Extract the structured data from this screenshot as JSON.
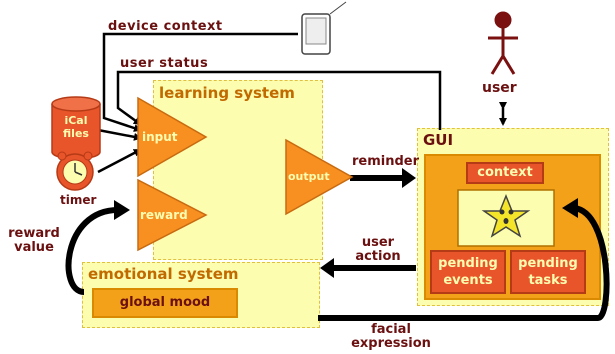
{
  "labels": {
    "device_context": "device context",
    "user_status": "user status",
    "user": "user",
    "timer": "timer",
    "reminder": "reminder",
    "reward_value_1": "reward",
    "reward_value_2": "value",
    "user_action_1": "user",
    "user_action_2": "action",
    "facial_1": "facial",
    "facial_2": "expression"
  },
  "ical": {
    "line1": "iCal",
    "line2": "files"
  },
  "learning_system": {
    "title": "learning system",
    "input": "input",
    "output": "output",
    "reward": "reward"
  },
  "gui": {
    "title": "GUI",
    "context": "context",
    "pending_events_1": "pending",
    "pending_events_2": "events",
    "pending_tasks_1": "pending",
    "pending_tasks_2": "tasks"
  },
  "emotional_system": {
    "title": "emotional system",
    "global_mood": "global mood"
  },
  "colors": {
    "dark_red": "#6b1010",
    "orange": "#f4a11a",
    "red_orange": "#e8552a",
    "light_yellow": "#fdfdb0"
  }
}
